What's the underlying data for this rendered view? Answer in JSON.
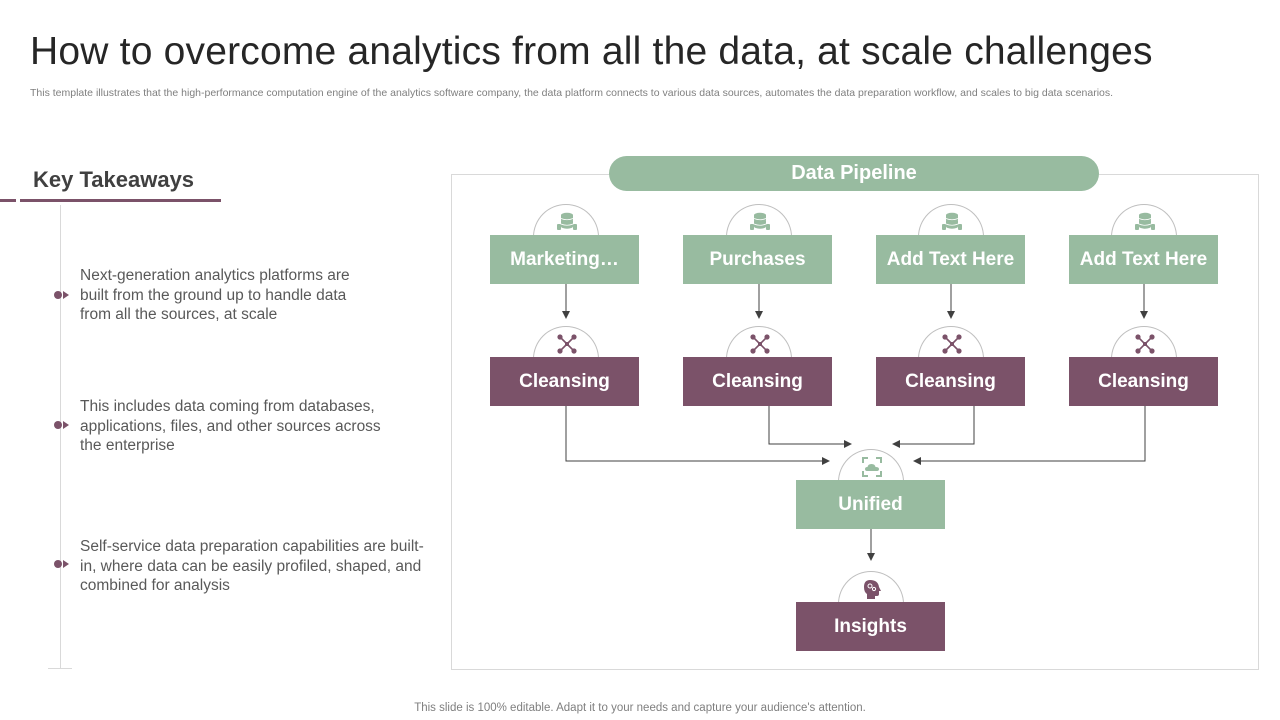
{
  "slide": {
    "title": "How to overcome analytics from all the data, at scale challenges",
    "subtitle": "This template illustrates that the high-performance computation engine of the analytics software company, the data platform connects to various data sources, automates the data preparation workflow, and scales to big data scenarios.",
    "footer": "This slide is 100% editable. Adapt it to your needs and capture your audience's attention."
  },
  "takeaways": {
    "heading": "Key Takeaways",
    "items": [
      {
        "text": "Next-generation analytics platforms are built from the ground up to handle data from all the sources, at scale"
      },
      {
        "text": "This includes data coming from databases, applications, files, and other sources across the enterprise"
      },
      {
        "text": "Self-service data preparation capabilities are built-in, where data can be easily profiled, shaped, and combined for analysis"
      }
    ]
  },
  "diagram": {
    "header": "Data Pipeline",
    "sources": [
      {
        "label": "Marketing…",
        "icon": "database-icon"
      },
      {
        "label": "Purchases",
        "icon": "database-icon"
      },
      {
        "label": "Add Text Here",
        "icon": "database-icon"
      },
      {
        "label": "Add Text Here",
        "icon": "database-icon"
      }
    ],
    "cleansing": [
      {
        "label": "Cleansing",
        "icon": "network-icon"
      },
      {
        "label": "Cleansing",
        "icon": "network-icon"
      },
      {
        "label": "Cleansing",
        "icon": "network-icon"
      },
      {
        "label": "Cleansing",
        "icon": "network-icon"
      }
    ],
    "unified": {
      "label": "Unified",
      "icon": "cloud-frame-icon"
    },
    "insights": {
      "label": "Insights",
      "icon": "head-gears-icon"
    },
    "colors": {
      "green": "#98bba0",
      "plum": "#7b5269",
      "arrow": "#404040"
    }
  }
}
